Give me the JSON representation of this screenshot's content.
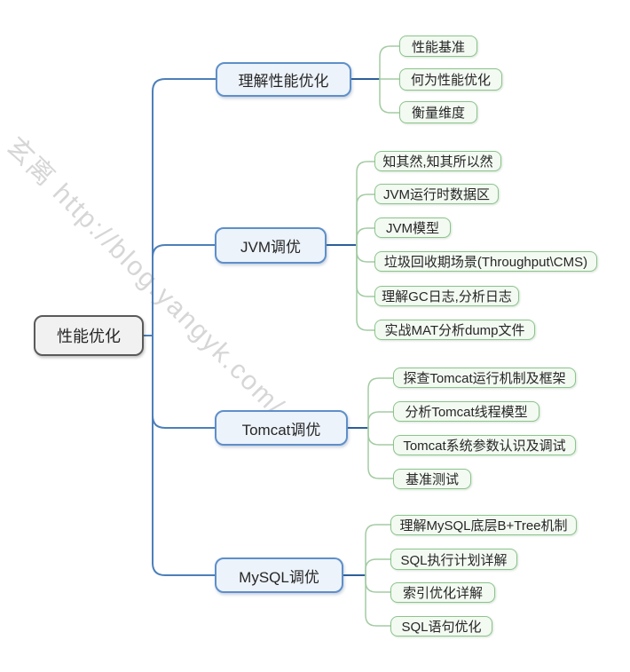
{
  "watermark": {
    "text": "玄离 http://blog.yangyk.com/"
  },
  "colors": {
    "main_connector": "#4d7fb8",
    "branch_stub_connector": "#2d5f99",
    "child_connector": "#a3cba3",
    "root_border": "#5a5a5a",
    "root_fill": "#f1f1f1",
    "branch_border": "#5e8fc9",
    "branch_fill": "#edf3fb",
    "child_border": "#8bc48b",
    "child_fill": "#f3faf2",
    "text": "#262626",
    "watermark_gray": "#d6d6d6"
  },
  "root": {
    "label": "性能优化"
  },
  "branches": [
    {
      "label": "理解性能优化",
      "children": [
        {
          "label": "性能基准"
        },
        {
          "label": "何为性能优化"
        },
        {
          "label": "衡量维度"
        }
      ]
    },
    {
      "label": "JVM调优",
      "children": [
        {
          "label": "知其然,知其所以然"
        },
        {
          "label": "JVM运行时数据区"
        },
        {
          "label": "JVM模型"
        },
        {
          "label": "垃圾回收期场景(Throughput\\CMS)"
        },
        {
          "label": "理解GC日志,分析日志"
        },
        {
          "label": "实战MAT分析dump文件"
        }
      ]
    },
    {
      "label": "Tomcat调优",
      "children": [
        {
          "label": "探查Tomcat运行机制及框架"
        },
        {
          "label": "分析Tomcat线程模型"
        },
        {
          "label": "Tomcat系统参数认识及调试"
        },
        {
          "label": "基准测试"
        }
      ]
    },
    {
      "label": "MySQL调优",
      "children": [
        {
          "label": "理解MySQL底层B+Tree机制"
        },
        {
          "label": "SQL执行计划详解"
        },
        {
          "label": "索引优化详解"
        },
        {
          "label": "SQL语句优化"
        }
      ]
    }
  ]
}
